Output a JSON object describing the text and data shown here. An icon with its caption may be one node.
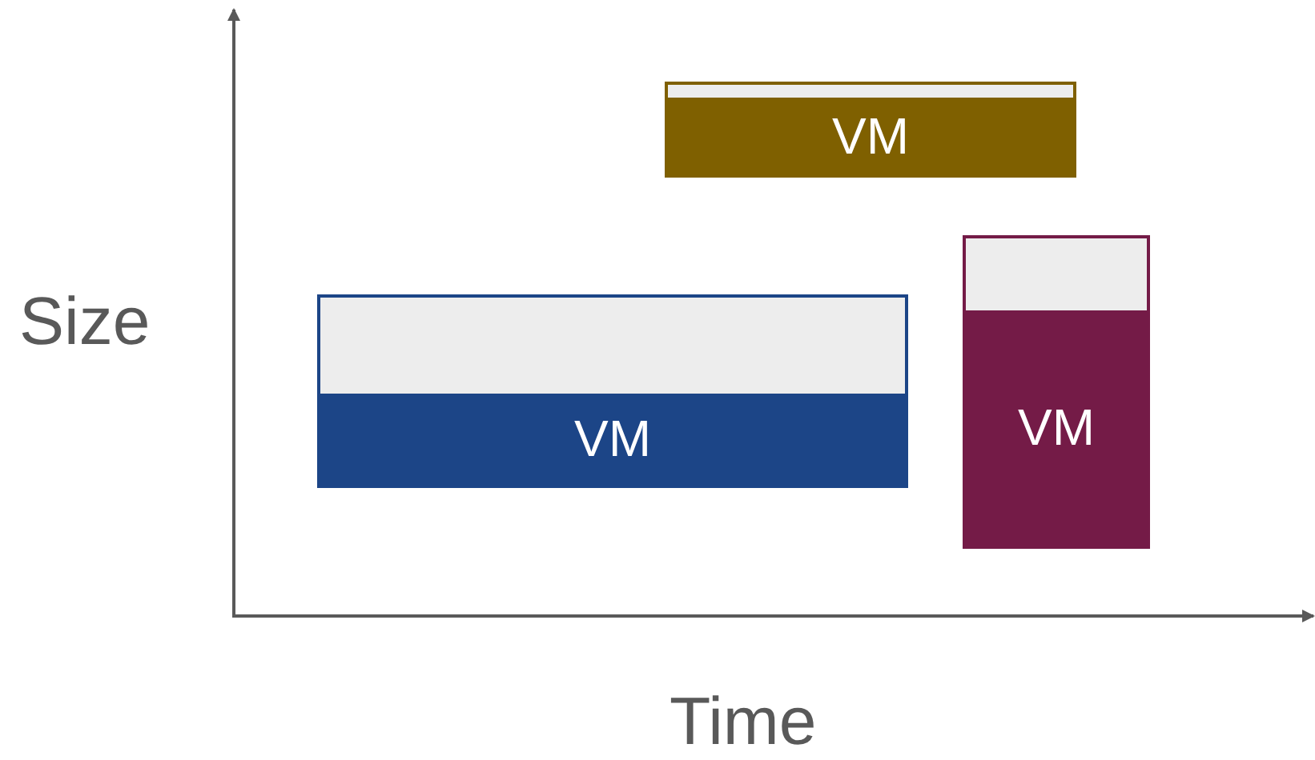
{
  "diagram": {
    "nodes": [
      {
        "text": [
          "VM"
        ]
      },
      {
        "text": [
          "VM"
        ]
      },
      {
        "text": [
          "VM"
        ]
      }
    ],
    "labels": [
      "Size",
      "Time"
    ]
  }
}
